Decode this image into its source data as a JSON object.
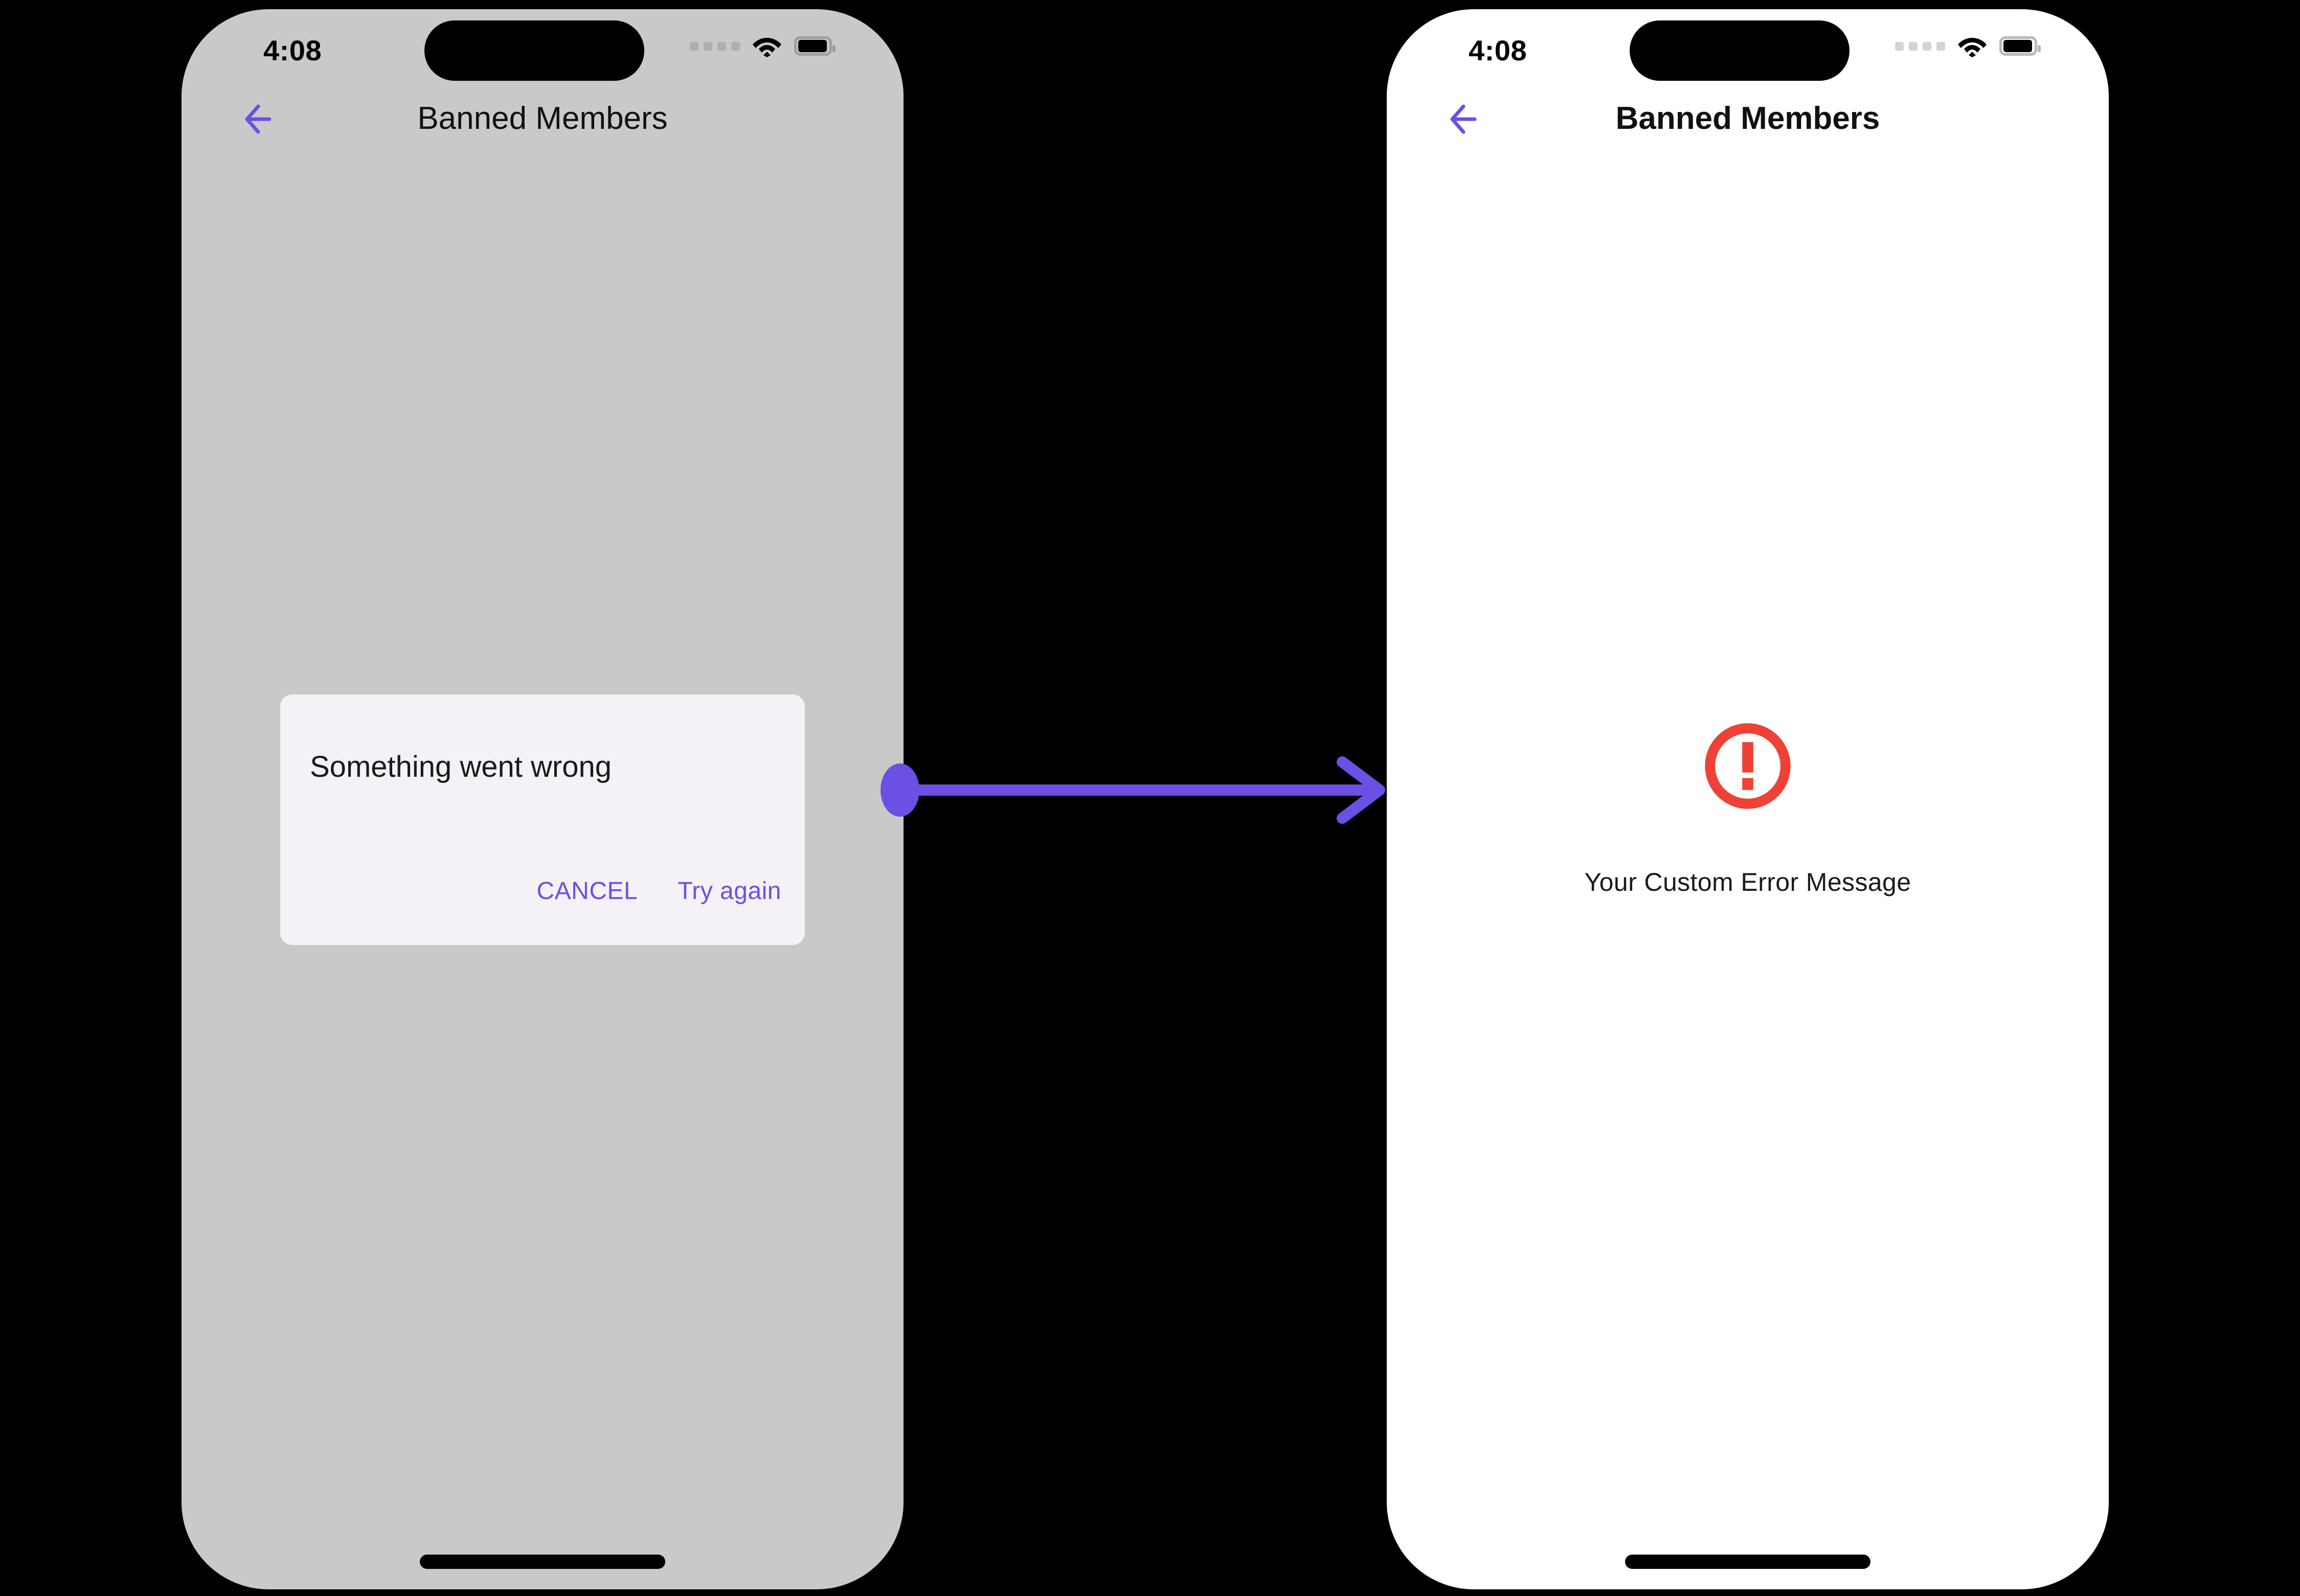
{
  "colors": {
    "accent_purple": "#6C4FE3",
    "error_red": "#EF4136",
    "scrim_gray": "#C9C9C9",
    "dialog_surface": "#F4F1F7",
    "screen_white": "#FFFFFF",
    "canvas_black": "#000000"
  },
  "phones": {
    "left": {
      "status": {
        "time": "4:08",
        "cellular_icon": "signal-dots-icon",
        "wifi_icon": "wifi-icon",
        "battery_icon": "battery-full-icon"
      },
      "appbar": {
        "back_icon": "back-arrow-icon",
        "title": "Banned Members"
      },
      "dialog": {
        "title": "Something went wrong",
        "cancel_label": "CANCEL",
        "retry_label": "Try again"
      }
    },
    "right": {
      "status": {
        "time": "4:08",
        "cellular_icon": "signal-dots-icon",
        "wifi_icon": "wifi-icon",
        "battery_icon": "battery-full-icon"
      },
      "appbar": {
        "back_icon": "back-arrow-icon",
        "title": "Banned Members"
      },
      "error_state": {
        "icon": "error-circle-exclamation-icon",
        "message": "Your Custom Error Message"
      }
    }
  },
  "connector": {
    "icon": "arrow-right-icon",
    "start_marker": "dot-marker"
  }
}
